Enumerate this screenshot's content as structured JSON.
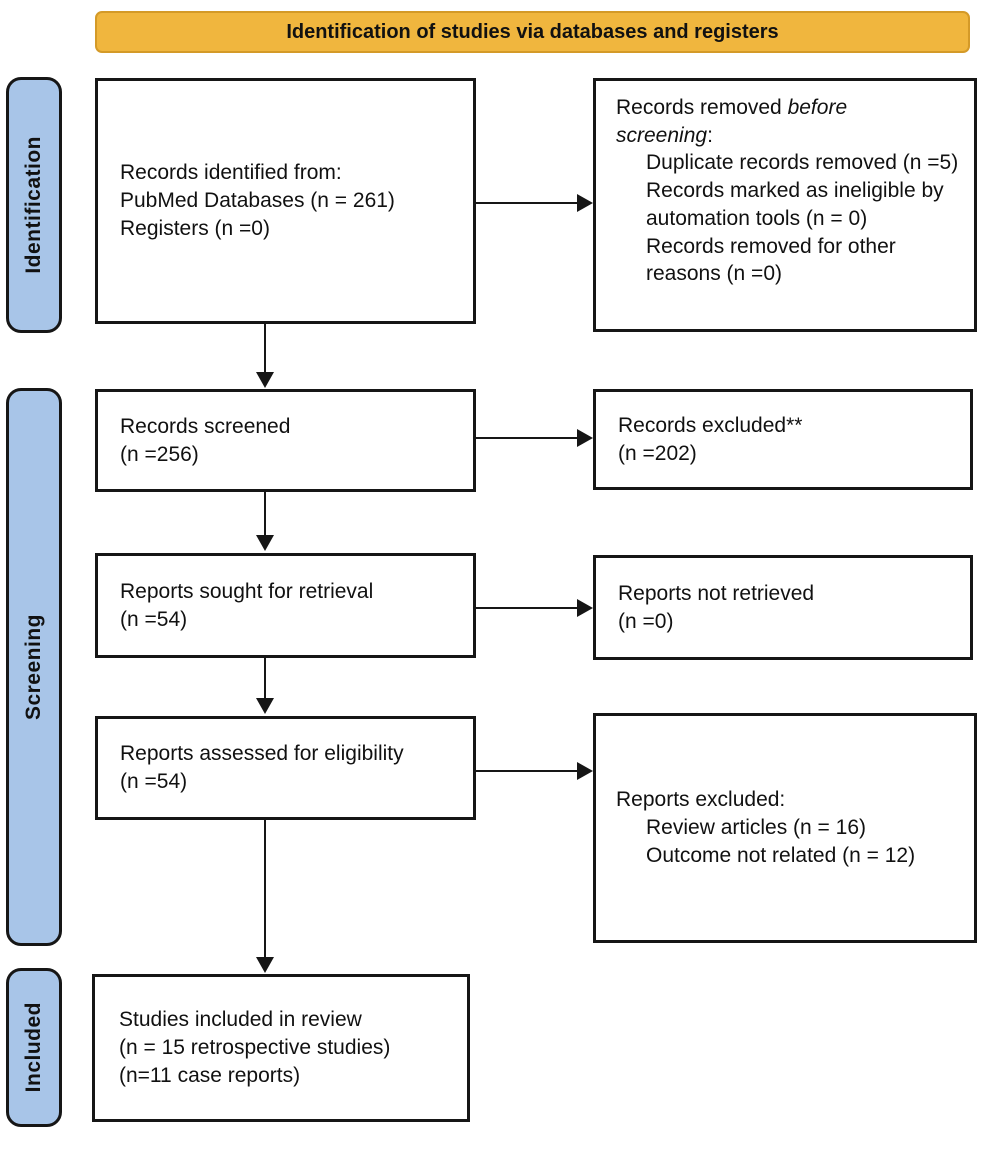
{
  "banner": {
    "label": "Identification of studies via databases and registers"
  },
  "stages": [
    {
      "label": "Identification"
    },
    {
      "label": "Screening"
    },
    {
      "label": "Included"
    }
  ],
  "boxes": {
    "identified": {
      "lines": [
        "Records identified from:",
        "PubMed Databases (n = 261)",
        "Registers (n =0)"
      ]
    },
    "removed": {
      "line1_normal": "Records removed ",
      "line1_italic": "before",
      "line2_italic": "screening",
      "line2_normal": ":",
      "items": [
        "Duplicate records removed (n =5)",
        "Records marked as ineligible by automation tools (n = 0)",
        "Records removed for other reasons (n =0)"
      ]
    },
    "screened": {
      "lines": [
        "Records screened",
        "(n =256)"
      ]
    },
    "records_excluded": {
      "lines": [
        "Records excluded**",
        "(n =202)"
      ]
    },
    "sought": {
      "lines": [
        "Reports sought for retrieval",
        "(n =54)"
      ]
    },
    "not_retrieved": {
      "lines": [
        "Reports not retrieved",
        "(n =0)"
      ]
    },
    "assessed": {
      "lines": [
        "Reports assessed for eligibility",
        "(n =54)"
      ]
    },
    "reports_excluded": {
      "intro": "Reports excluded:",
      "items": [
        "Review articles (n = 16)",
        "Outcome not related (n = 12)"
      ]
    },
    "included": {
      "lines": [
        "Studies included in review",
        "(n = 15 retrospective studies)",
        "(n=11 case reports)"
      ]
    }
  },
  "colors": {
    "banner_bg": "#F0B63E",
    "banner_border": "#D49A28",
    "stage_bg": "#A8C5E8",
    "box_border": "#161616",
    "arrow": "#161616",
    "text": "#111111"
  }
}
